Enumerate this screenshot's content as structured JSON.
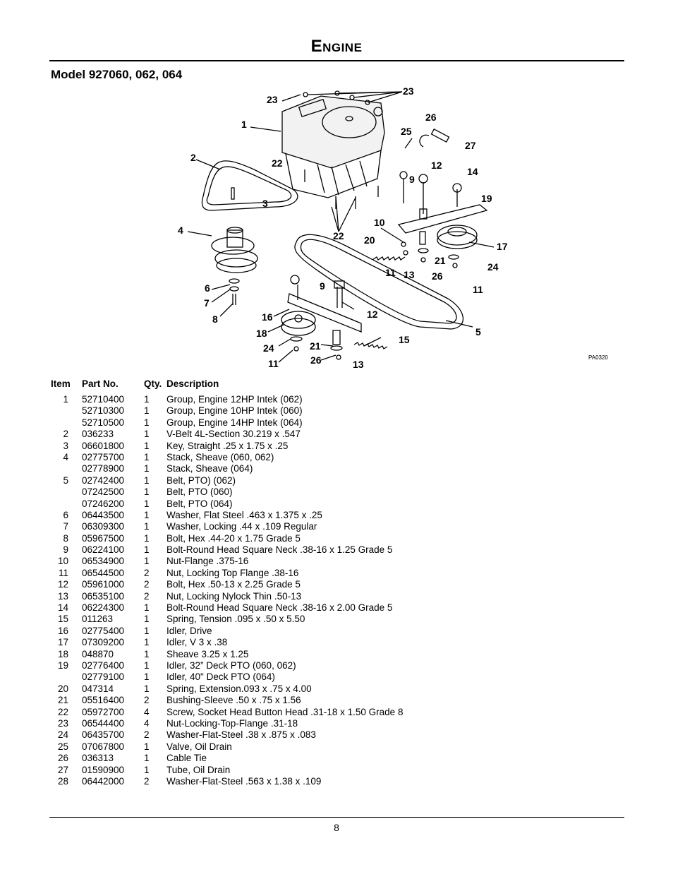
{
  "header": {
    "title": "Engine",
    "model": "Model 927060, 062, 064"
  },
  "diagram": {
    "code": "PA0320",
    "callouts": [
      "23",
      "23",
      "1",
      "26",
      "25",
      "27",
      "2",
      "22",
      "12",
      "14",
      "9",
      "3",
      "19",
      "4",
      "10",
      "22",
      "20",
      "17",
      "21",
      "24",
      "11",
      "13",
      "26",
      "11",
      "6",
      "9",
      "7",
      "12",
      "16",
      "8",
      "18",
      "5",
      "24",
      "21",
      "15",
      "11",
      "26",
      "13"
    ]
  },
  "table": {
    "columns": {
      "item": "Item",
      "part": "Part No.",
      "qty": "Qty.",
      "desc": "Description"
    },
    "rows": [
      {
        "item": "1",
        "part": "52710400",
        "qty": "1",
        "desc": "Group, Engine 12HP Intek (062)"
      },
      {
        "item": "",
        "part": "52710300",
        "qty": "1",
        "desc": "Group, Engine 10HP Intek  (060)"
      },
      {
        "item": "",
        "part": "52710500",
        "qty": "1",
        "desc": "Group, Engine 14HP Intek  (064)"
      },
      {
        "item": "2",
        "part": "036233",
        "qty": "1",
        "desc": "V-Belt 4L-Section 30.219 x .547"
      },
      {
        "item": "3",
        "part": "06601800",
        "qty": "1",
        "desc": "Key, Straight .25 x 1.75 x .25"
      },
      {
        "item": "4",
        "part": "02775700",
        "qty": "1",
        "desc": "Stack, Sheave (060, 062)"
      },
      {
        "item": "",
        "part": "02778900",
        "qty": "1",
        "desc": "Stack, Sheave  (064)"
      },
      {
        "item": "5",
        "part": "02742400",
        "qty": "1",
        "desc": "Belt, PTO) (062)"
      },
      {
        "item": "",
        "part": "07242500",
        "qty": "1",
        "desc": "Belt, PTO (060)"
      },
      {
        "item": "",
        "part": "07246200",
        "qty": "1",
        "desc": "Belt, PTO (064)"
      },
      {
        "item": "6",
        "part": "06443500",
        "qty": "1",
        "desc": "Washer, Flat Steel .463 x 1.375 x .25"
      },
      {
        "item": "7",
        "part": "06309300",
        "qty": "1",
        "desc": "Washer, Locking .44 x .109 Regular"
      },
      {
        "item": "8",
        "part": "05967500",
        "qty": "1",
        "desc": "Bolt, Hex .44-20 x 1.75 Grade 5"
      },
      {
        "item": "9",
        "part": "06224100",
        "qty": "1",
        "desc": "Bolt-Round Head Square Neck .38-16 x 1.25 Grade 5"
      },
      {
        "item": "10",
        "part": "06534900",
        "qty": "1",
        "desc": "Nut-Flange .375-16"
      },
      {
        "item": "11",
        "part": "06544500",
        "qty": "2",
        "desc": "Nut, Locking Top Flange .38-16"
      },
      {
        "item": "12",
        "part": "05961000",
        "qty": "2",
        "desc": "Bolt, Hex .50-13 x 2.25 Grade 5"
      },
      {
        "item": "13",
        "part": "06535100",
        "qty": "2",
        "desc": "Nut, Locking Nylock Thin .50-13"
      },
      {
        "item": "14",
        "part": "06224300",
        "qty": "1",
        "desc": "Bolt-Round Head Square Neck .38-16 x 2.00 Grade 5"
      },
      {
        "item": "15",
        "part": "011263",
        "qty": "1",
        "desc": "Spring, Tension .095 x .50 x 5.50"
      },
      {
        "item": "16",
        "part": "02775400",
        "qty": "1",
        "desc": "Idler, Drive"
      },
      {
        "item": "17",
        "part": "07309200",
        "qty": "1",
        "desc": "Idler, V 3 x .38"
      },
      {
        "item": "18",
        "part": "048870",
        "qty": "1",
        "desc": "Sheave 3.25 x 1.25"
      },
      {
        "item": "19",
        "part": "02776400",
        "qty": "1",
        "desc": "Idler, 32” Deck PTO (060, 062)"
      },
      {
        "item": "",
        "part": "02779100",
        "qty": "1",
        "desc": "Idler, 40\" Deck PTO  (064)"
      },
      {
        "item": "20",
        "part": "047314",
        "qty": "1",
        "desc": "Spring, Extension.093 x .75 x 4.00"
      },
      {
        "item": "21",
        "part": "05516400",
        "qty": "2",
        "desc": "Bushing-Sleeve .50 x .75 x 1.56"
      },
      {
        "item": "22",
        "part": "05972700",
        "qty": "4",
        "desc": "Screw, Socket Head Button Head .31-18 x 1.50 Grade 8"
      },
      {
        "item": "23",
        "part": "06544400",
        "qty": "4",
        "desc": "Nut-Locking-Top-Flange .31-18"
      },
      {
        "item": "24",
        "part": "06435700",
        "qty": "2",
        "desc": "Washer-Flat-Steel .38 x .875 x .083"
      },
      {
        "item": "25",
        "part": "07067800",
        "qty": "1",
        "desc": "Valve, Oil Drain"
      },
      {
        "item": "26",
        "part": "036313",
        "qty": "1",
        "desc": "Cable Tie"
      },
      {
        "item": "27",
        "part": "01590900",
        "qty": "1",
        "desc": "Tube, Oil Drain"
      },
      {
        "item": "28",
        "part": "06442000",
        "qty": "2",
        "desc": "Washer-Flat-Steel .563 x 1.38 x .109"
      }
    ]
  },
  "footer": {
    "page_number": "8"
  }
}
